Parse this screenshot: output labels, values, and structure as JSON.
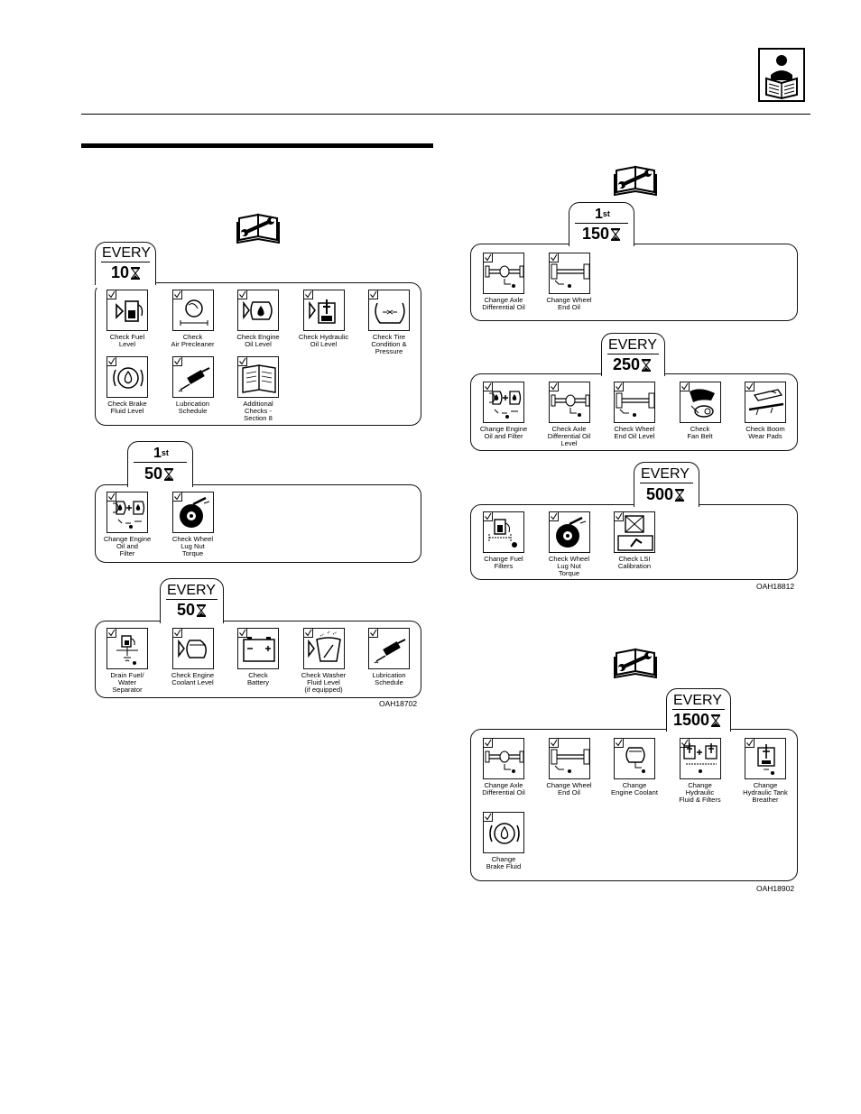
{
  "left": {
    "every10": {
      "tab_line1": "EVERY",
      "tab_line2": "10",
      "items": [
        {
          "label": "Check Fuel\nLevel",
          "icon": "fuel-level-icon"
        },
        {
          "label": "Check\nAir Precleaner",
          "icon": "air-precleaner-icon"
        },
        {
          "label": "Check Engine\nOil Level",
          "icon": "engine-oil-icon"
        },
        {
          "label": "Check Hydraulic\nOil Level",
          "icon": "hydraulic-oil-icon"
        },
        {
          "label": "Check Tire\nCondition &\nPressure",
          "icon": "tire-pressure-icon"
        },
        {
          "label": "Check Brake\nFluid Level",
          "icon": "brake-fluid-icon"
        },
        {
          "label": "Lubrication\nSchedule",
          "icon": "grease-gun-icon"
        },
        {
          "label": "Additional\nChecks -\nSection 8",
          "icon": "manual-book-icon"
        }
      ]
    },
    "first50": {
      "tab_line1": "1",
      "tab_sup": "st",
      "tab_line2": "50",
      "items": [
        {
          "label": "Change Engine\nOil and\nFilter",
          "icon": "engine-oil-filter-icon"
        },
        {
          "label": "Check Wheel\nLug Nut\nTorque",
          "icon": "wheel-torque-icon"
        }
      ]
    },
    "every50": {
      "tab_line1": "EVERY",
      "tab_line2": "50",
      "items": [
        {
          "label": "Drain Fuel/\nWater\nSeparator",
          "icon": "fuel-water-separator-icon"
        },
        {
          "label": "Check Engine\nCoolant Level",
          "icon": "coolant-icon"
        },
        {
          "label": "Check\nBattery",
          "icon": "battery-icon"
        },
        {
          "label": "Check Washer\nFluid Level\n(if equipped)",
          "icon": "washer-fluid-icon"
        },
        {
          "label": "Lubrication\nSchedule",
          "icon": "grease-gun-icon"
        }
      ]
    },
    "code": "OAH18702"
  },
  "right": {
    "first150": {
      "tab_line1": "1",
      "tab_sup": "st",
      "tab_line2": "150",
      "items": [
        {
          "label": "Change Axle\nDifferential Oil",
          "icon": "axle-differential-icon"
        },
        {
          "label": "Change Wheel\nEnd Oil",
          "icon": "wheel-end-icon"
        }
      ]
    },
    "every250": {
      "tab_line1": "EVERY",
      "tab_line2": "250",
      "items": [
        {
          "label": "Change Engine\nOil and Filter",
          "icon": "engine-oil-filter-icon"
        },
        {
          "label": "Check Axle\nDifferential Oil\nLevel",
          "icon": "axle-differential-icon"
        },
        {
          "label": "Check Wheel\nEnd Oil Level",
          "icon": "wheel-end-icon"
        },
        {
          "label": "Check\nFan Belt",
          "icon": "fan-belt-icon"
        },
        {
          "label": "Check Boom\nWear Pads",
          "icon": "boom-wear-pads-icon"
        }
      ]
    },
    "every500": {
      "tab_line1": "EVERY",
      "tab_line2": "500",
      "items": [
        {
          "label": "Change Fuel\nFilters",
          "icon": "fuel-filter-icon"
        },
        {
          "label": "Check Wheel\nLug Nut\nTorque",
          "icon": "wheel-torque-icon"
        },
        {
          "label": "Check LSI\nCalibration",
          "icon": "lsi-calibration-icon"
        }
      ]
    },
    "code1": "OAH18812",
    "every1500": {
      "tab_line1": "EVERY",
      "tab_line2": "1500",
      "items": [
        {
          "label": "Change Axle\nDifferential Oil",
          "icon": "axle-differential-icon"
        },
        {
          "label": "Change Wheel\nEnd Oil",
          "icon": "wheel-end-icon"
        },
        {
          "label": "Change\nEngine Coolant",
          "icon": "coolant-change-icon"
        },
        {
          "label": "Change\nHydraulic\nFluid & Filters",
          "icon": "hydraulic-filter-icon"
        },
        {
          "label": "Change\nHydraulic Tank\nBreather",
          "icon": "hydraulic-breather-icon"
        },
        {
          "label": "Change\nBrake Fluid",
          "icon": "brake-fluid-icon"
        }
      ]
    },
    "code2": "OAH18902"
  }
}
